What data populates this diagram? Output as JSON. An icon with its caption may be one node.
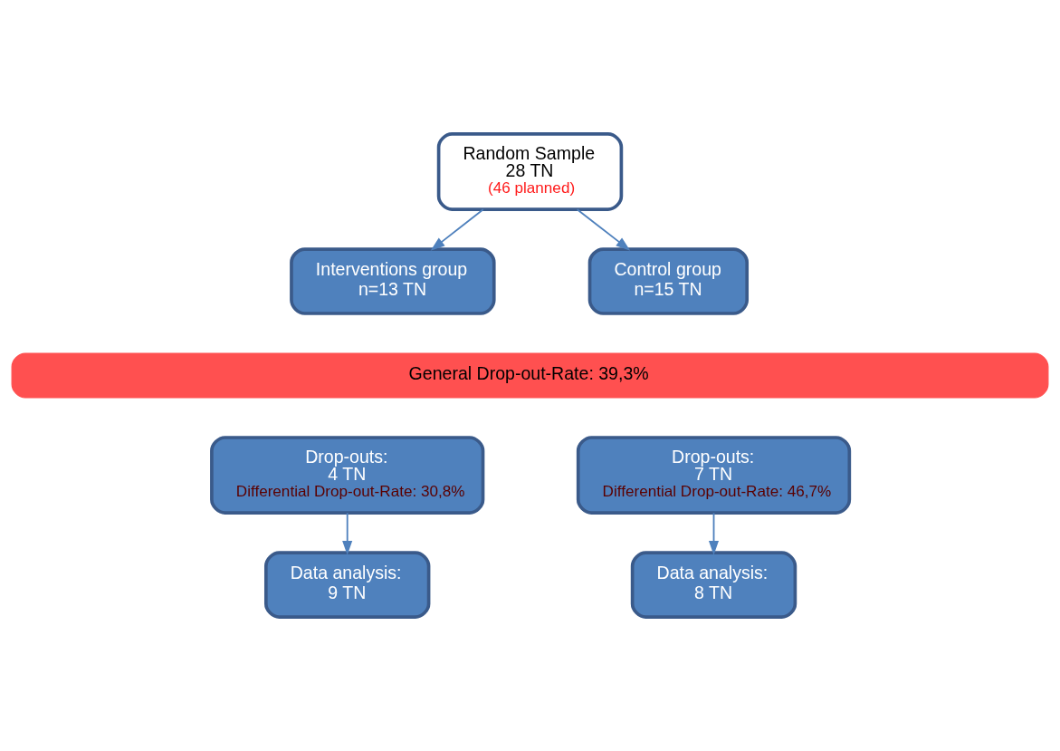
{
  "diagram": {
    "nodes": [
      {
        "text": [
          "Random Sample",
          "28 TN",
          "(46 planned)"
        ]
      },
      {
        "text": [
          "Interventions group",
          "n=13 TN"
        ]
      },
      {
        "text": [
          "Control group",
          "n=15 TN"
        ]
      },
      {
        "text": [
          "General Drop-out-Rate: 39,3%"
        ]
      },
      {
        "text": [
          "Drop-outs:",
          "4 TN",
          "Differential Drop-out-Rate: 30,8%"
        ]
      },
      {
        "text": [
          "Drop-outs:",
          "7 TN",
          "Differential Drop-out-Rate: 46,7%"
        ]
      },
      {
        "text": [
          "Data analysis:",
          "9 TN"
        ]
      },
      {
        "text": [
          "Data analysis:",
          "8 TN"
        ]
      }
    ],
    "edges": [
      {
        "from": 0,
        "to": 1,
        "arrow": "to"
      },
      {
        "from": 0,
        "to": 2,
        "arrow": "to"
      },
      {
        "from": 4,
        "to": 6,
        "arrow": "to"
      },
      {
        "from": 5,
        "to": 7,
        "arrow": "to"
      }
    ]
  }
}
